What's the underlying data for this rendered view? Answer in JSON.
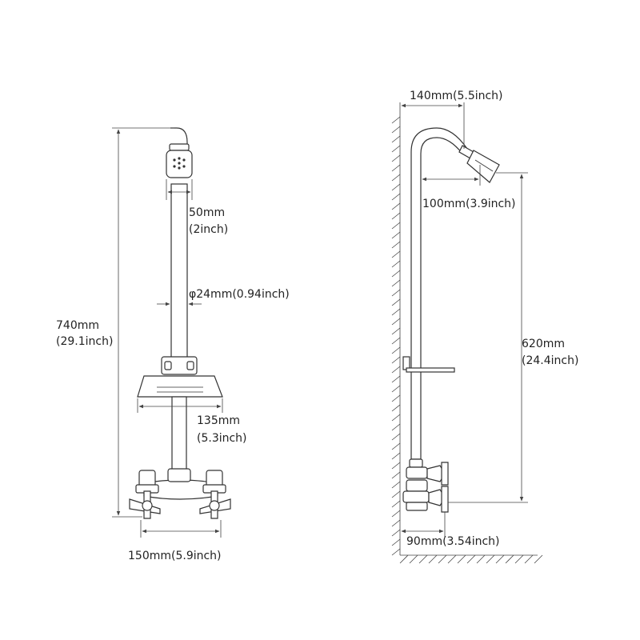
{
  "front_view": {
    "height_dimension": [
      "740mm",
      "(29.1inch)"
    ],
    "shower_head_width": [
      "50mm",
      "(2inch)"
    ],
    "pipe_diameter": "φ24mm(0.94inch)",
    "shelf_width": [
      "135mm",
      "(5.3inch)"
    ],
    "valve_spacing": "150mm(5.9inch)"
  },
  "side_view": {
    "arm_reach": "140mm(5.5inch)",
    "head_offset": "100mm(3.9inch)",
    "head_height": [
      "620mm",
      "(24.4inch)"
    ],
    "wall_offset": "90mm(3.54inch)"
  }
}
